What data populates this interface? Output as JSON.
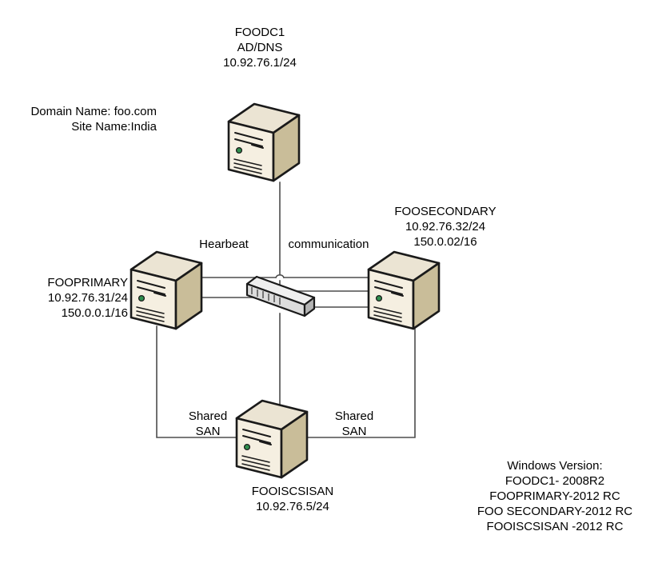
{
  "diagram": {
    "title": "Windows failover cluster network diagram",
    "background": "#ffffff",
    "line_color": "#4d4d4d"
  },
  "annotations": {
    "domain": "Domain Name: foo.com\nSite Name:India",
    "heartbeat": "Hearbeat",
    "communication": "communication",
    "shared_san_left": "Shared\nSAN",
    "shared_san_right": "Shared\nSAN",
    "windows_version": "Windows Version:\nFOODC1- 2008R2\nFOOPRIMARY-2012 RC\nFOO SECONDARY-2012 RC\nFOOISCSISAN -2012 RC"
  },
  "nodes": {
    "foodc1": {
      "name": "FOODC1",
      "role": "AD/DNS",
      "ip_primary": "10.92.76.1/24",
      "label": "FOODC1\nAD/DNS\n10.92.76.1/24",
      "icon": "server-tower-icon"
    },
    "fooprimary": {
      "name": "FOOPRIMARY",
      "ip_primary": "10.92.76.31/24",
      "ip_secondary": "150.0.0.1/16",
      "label": "FOOPRIMARY\n10.92.76.31/24\n150.0.0.1/16",
      "icon": "server-tower-icon"
    },
    "foosecondary": {
      "name": "FOOSECONDARY",
      "ip_primary": "10.92.76.32/24",
      "ip_secondary": "150.0.02/16",
      "label": "FOOSECONDARY\n10.92.76.32/24\n150.0.02/16",
      "icon": "server-tower-icon"
    },
    "fooiscsisan": {
      "name": "FOOISCSISAN",
      "ip_primary": "10.92.76.5/24",
      "label": "FOOISCSISAN\n10.92.76.5/24",
      "icon": "server-tower-icon"
    },
    "switch": {
      "name": "switch",
      "icon": "network-switch-icon",
      "ports": 6
    }
  },
  "colors": {
    "server_front_light": "#f5efe1",
    "server_side_tan": "#c9bd99",
    "server_top": "#ebe4d3",
    "server_outline": "#1a1a1a",
    "led_green": "#2f8f4e",
    "switch_body": "#e8e8e8",
    "switch_side": "#b4b4b4",
    "switch_outline": "#1a1a1a",
    "line": "#4d4d4d",
    "text": "#000000"
  },
  "links": [
    {
      "from": "foodc1",
      "to": "switch",
      "kind": "communication"
    },
    {
      "from": "fooprimary",
      "to": "foosecondary",
      "kind": "heartbeat"
    },
    {
      "from": "fooprimary",
      "to": "switch",
      "kind": "communication"
    },
    {
      "from": "switch",
      "to": "foosecondary",
      "kind": "communication"
    },
    {
      "from": "fooprimary",
      "to": "fooiscsisan",
      "kind": "shared-san"
    },
    {
      "from": "foosecondary",
      "to": "fooiscsisan",
      "kind": "shared-san"
    }
  ]
}
